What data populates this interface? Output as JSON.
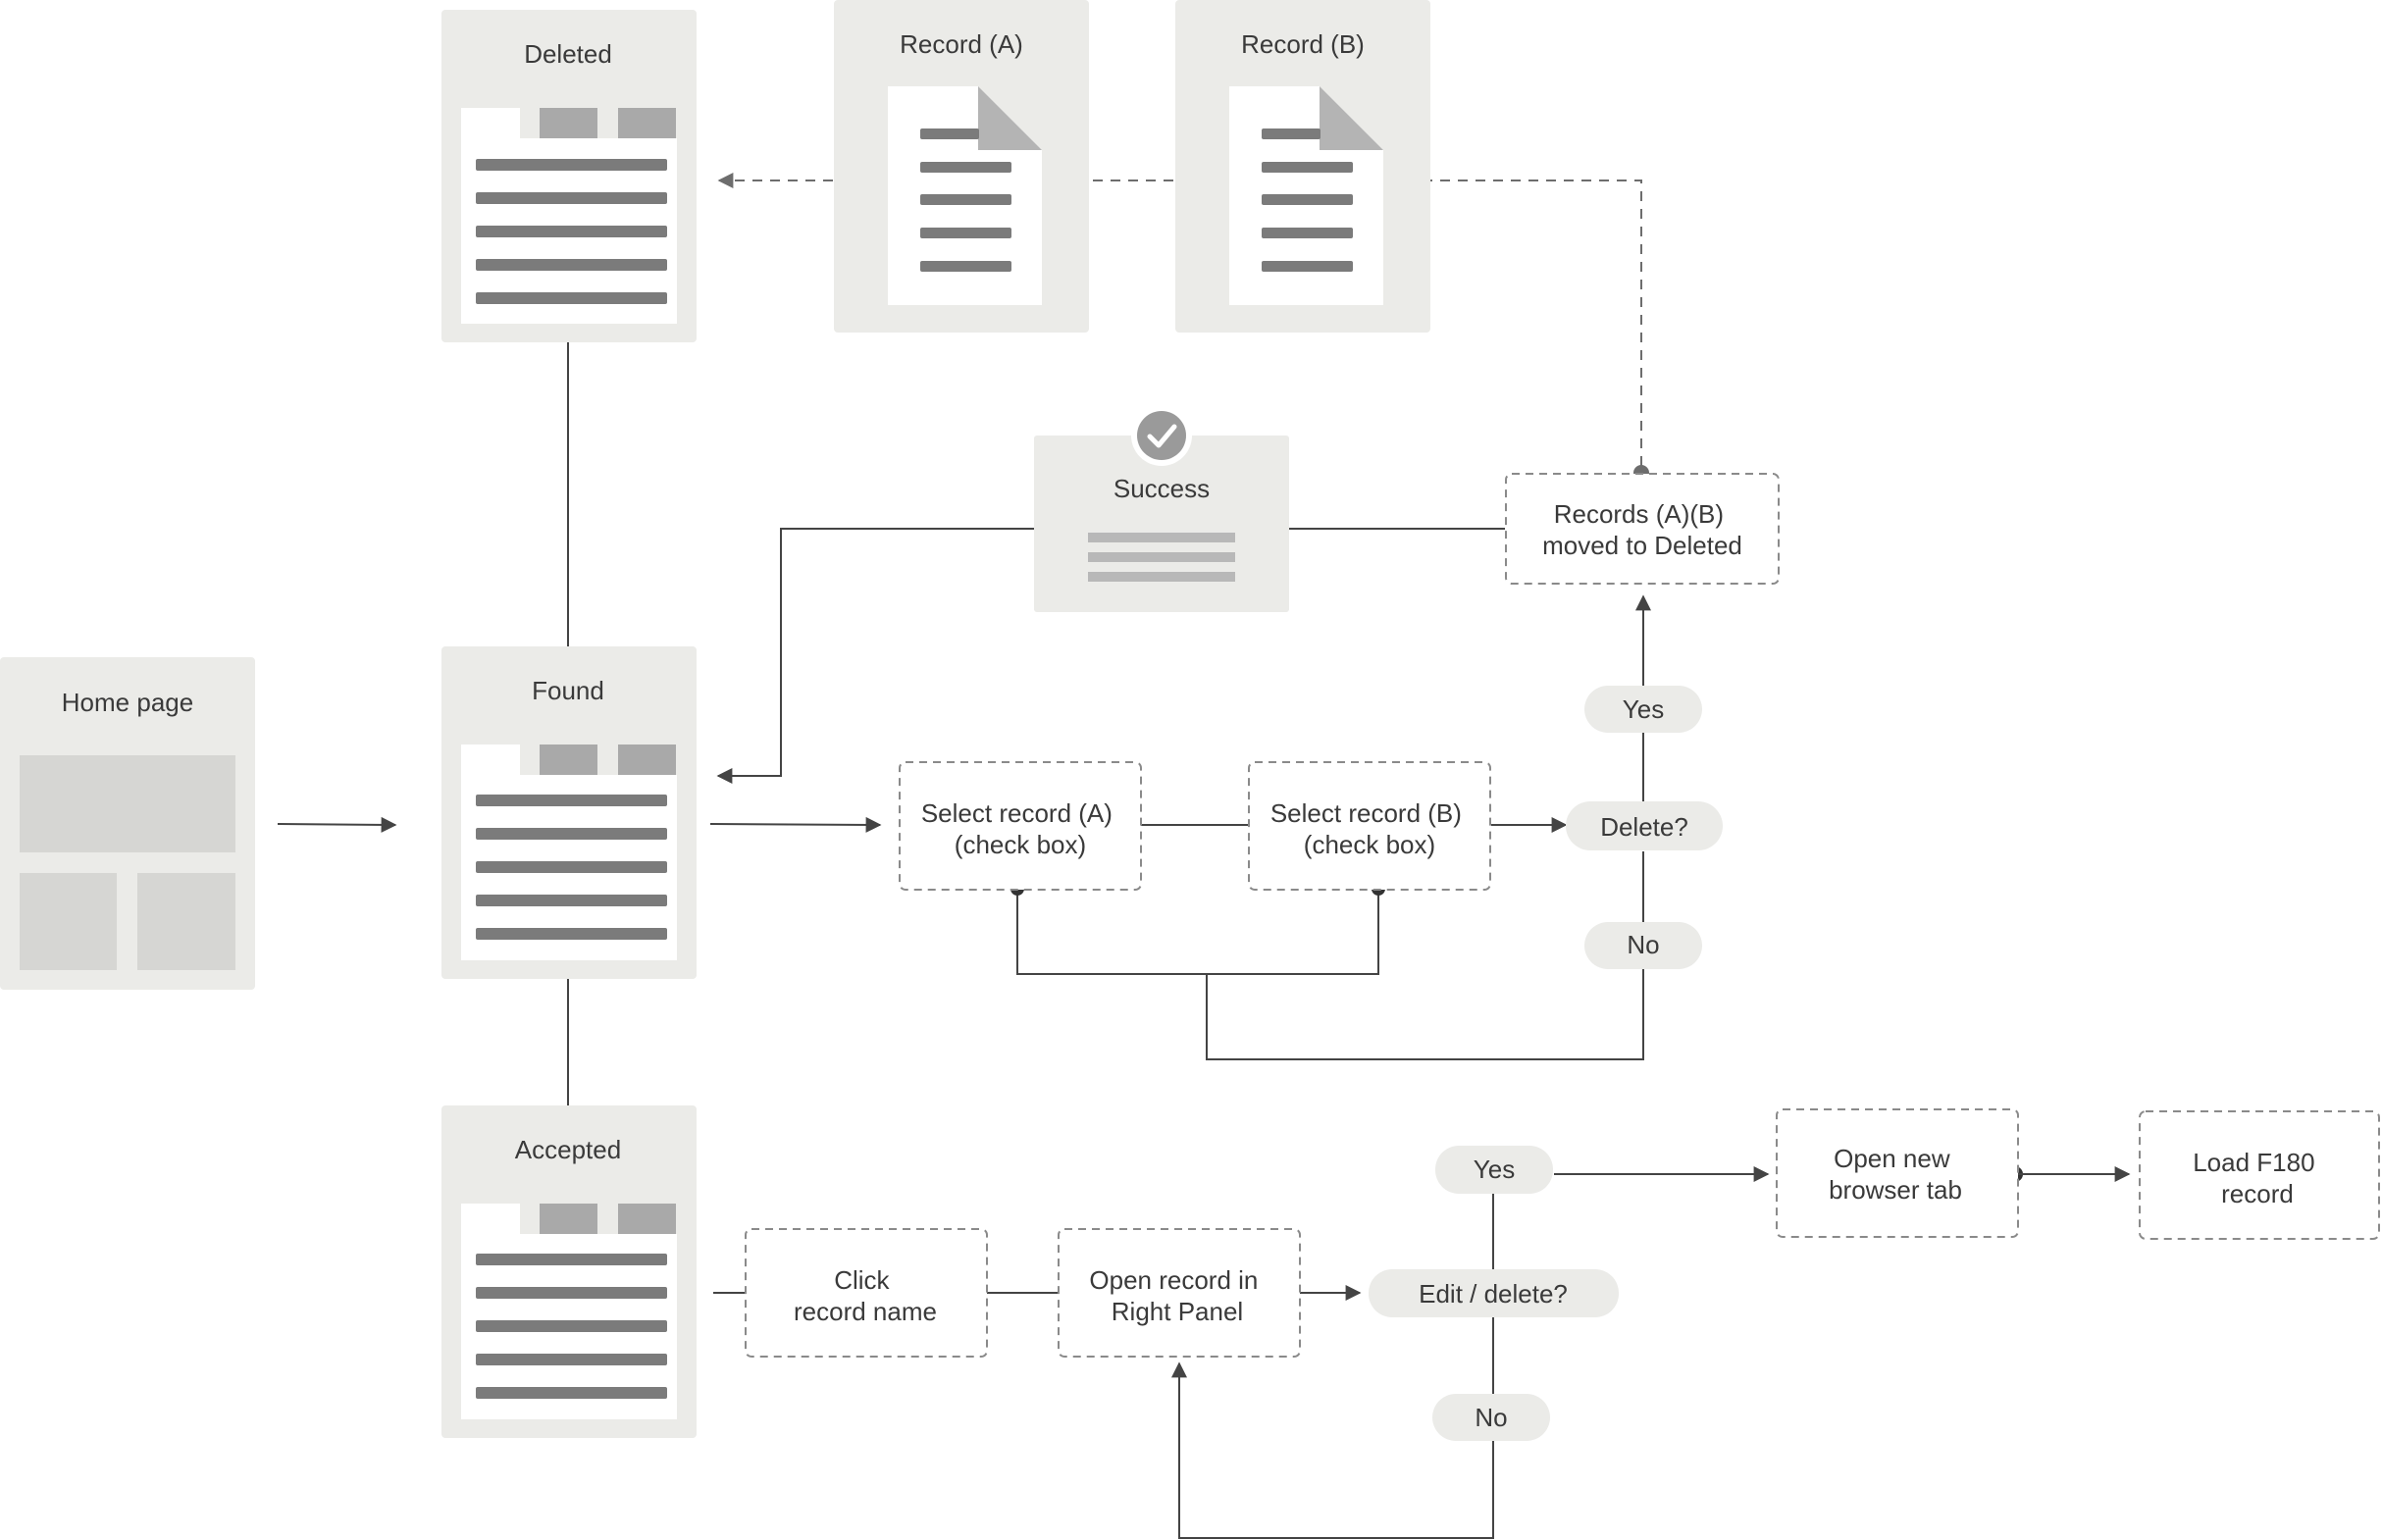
{
  "screens": {
    "home": "Home page",
    "deleted": "Deleted",
    "found": "Found",
    "accepted": "Accepted",
    "record_a": "Record (A)",
    "record_b": "Record (B)",
    "success": "Success"
  },
  "steps": {
    "select_a": [
      "Select record (A)",
      "(check box)"
    ],
    "select_b": [
      "Select record (B)",
      "(check box)"
    ],
    "moved": [
      "Records (A)(B)",
      "moved to Deleted"
    ],
    "click_name": [
      "Click",
      "record name"
    ],
    "open_panel": [
      "Open record in",
      "Right Panel"
    ],
    "open_tab": [
      "Open new",
      "browser tab"
    ],
    "load_record": [
      "Load F180",
      "record"
    ]
  },
  "decisions": {
    "delete": "Delete?",
    "edit_delete": "Edit / delete?",
    "yes": "Yes",
    "no": "No"
  },
  "colors": {
    "card": "#ebebe8",
    "doc_bar": "#7b7b7b",
    "line": "#444444",
    "dashed": "#8a8a8a",
    "success_badge": "#9a9a9a"
  }
}
